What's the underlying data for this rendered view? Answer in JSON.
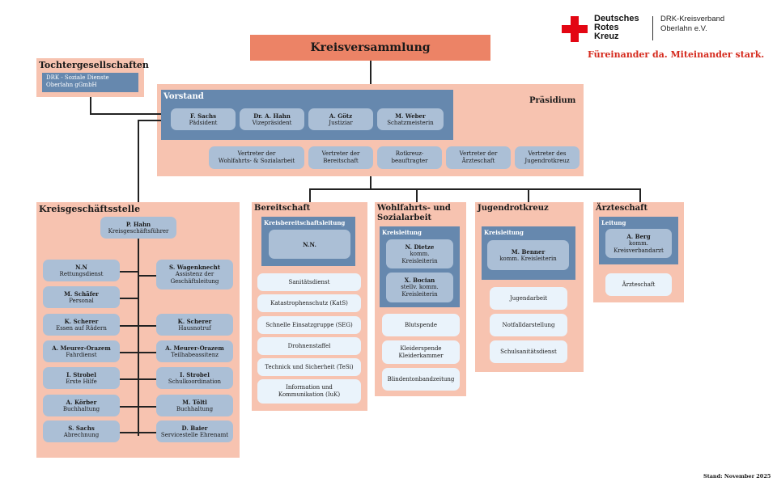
{
  "header": {
    "logo": {
      "icon": "red-cross-icon",
      "brand_lines": [
        "Deutsches",
        "Rotes",
        "Kreuz"
      ],
      "org_lines": [
        "DRK-Kreisverband",
        "Oberlahn e.V."
      ],
      "slogan": "Füreinander da. Miteinander stark.",
      "brand_color": "#e30613"
    }
  },
  "colors": {
    "top_box": "#ec8366",
    "section_bg": "#f7c3b0",
    "panel_bg": "#6688ae",
    "card_bg": "#abbfd6",
    "light_card_bg": "#eaf3fb"
  },
  "kreisversammlung": {
    "title": "Kreisversammlung"
  },
  "tochtergesellschaften": {
    "title": "Tochtergesellschaften",
    "item": "DRK - Soziale Dienste Oberlahn gGmbH",
    "item_lines": [
      "DRK - Soziale Dienste",
      "Oberlahn gGmbH"
    ]
  },
  "praesidium": {
    "title": "Präsidium",
    "vorstand": {
      "title": "Vorstand",
      "members": [
        {
          "name": "F. Sachs",
          "role": "Pädsident"
        },
        {
          "name": "Dr. A. Hahn",
          "role": "Vizepräsident"
        },
        {
          "name": "A. Götz",
          "role": "Justiziar"
        },
        {
          "name": "M. Weber",
          "role": "Schatzmeisterin"
        }
      ]
    },
    "vertreter": [
      {
        "line1": "Vertreter der",
        "line2": "Wohlfahrts- & Sozialarbeit"
      },
      {
        "line1": "Vertreter der",
        "line2": "Bereitschaft"
      },
      {
        "line1": "Rotkreuz-",
        "line2": "beauftragter"
      },
      {
        "line1": "Vertreter der",
        "line2": "Ärzteschaft"
      },
      {
        "line1": "Vertreter des",
        "line2": "Jugendrotkreuz"
      }
    ]
  },
  "kreisgeschaeftsstelle": {
    "title": "Kreisgeschäftsstelle",
    "head": {
      "name": "P. Hahn",
      "role": "Kreisgeschäftsführer"
    },
    "left": [
      {
        "name": "N.N",
        "role": "Rettungsdienst"
      },
      {
        "name": "M. Schäfer",
        "role": "Personal"
      },
      {
        "name": "K. Scherer",
        "role": "Essen auf Rädern"
      },
      {
        "name": "A. Meurer-Orazem",
        "role": "Fahrdienst"
      },
      {
        "name": "I. Strobel",
        "role": "Erste Hilfe"
      },
      {
        "name": "A. Körber",
        "role": "Buchhaltung"
      },
      {
        "name": "S. Sachs",
        "role": "Abrechnung"
      }
    ],
    "right": [
      {
        "name": "S. Wagenknecht",
        "role": "Assistenz der",
        "role2": "Geschäftsleitung"
      },
      {
        "name": "K. Scherer",
        "role": "Hausnotruf"
      },
      {
        "name": "A. Meurer-Orazem",
        "role": "Teilhabeassitenz"
      },
      {
        "name": "I. Strobel",
        "role": "Schulkoordination"
      },
      {
        "name": "M. Töltl",
        "role": "Buchhaltung"
      },
      {
        "name": "D. Baier",
        "role": "Servicestelle Ehrenamt"
      }
    ]
  },
  "bereitschaft": {
    "title": "Bereitschaft",
    "leitung_title": "Kreisbereitschaftsleitung",
    "leitung": [
      {
        "name": "N.N."
      }
    ],
    "services": [
      "Sanitätsdienst",
      "Katastrophenschutz (KatS)",
      "Schnelle Einsatzgruppe (SEG)",
      "Drohnenstaffel",
      "Technick und Sicherheit (TeSi)"
    ],
    "service_last": {
      "line1": "Information und",
      "line2": "Kommunikation (IuK)"
    }
  },
  "wohlfahrt": {
    "title_line1": "Wohlfahrts- und",
    "title_line2": "Sozialarbeit",
    "leitung_title": "Kreisleitung",
    "leitung": [
      {
        "name": "N. Dietze",
        "line2": "komm.",
        "line3": "Kreisleiterin"
      },
      {
        "name": "X. Bocian",
        "line2": "stellv. komm.",
        "line3": "Kreisleiterin"
      }
    ],
    "services": [
      {
        "line1": "Blutspende",
        "line2": ""
      },
      {
        "line1": "Kleiderspende",
        "line2": "Kleiderkammer"
      },
      {
        "line1": "Blindentonbandzeitung",
        "line2": ""
      }
    ]
  },
  "jugendrotkreuz": {
    "title": "Jugendrotkreuz",
    "leitung_title": "Kreisleitung",
    "leitung": [
      {
        "name": "M. Benner",
        "role": "komm. Kreisleiterin"
      }
    ],
    "services": [
      "Jugendarbeit",
      "Notfalldarstellung",
      "Schulsanitätsdienst"
    ]
  },
  "aerzteschaft": {
    "title": "Ärzteschaft",
    "leitung_title": "Leitung",
    "leitung": [
      {
        "name": "A. Berg",
        "line2": "komm.",
        "line3": "Kreisverbandarzt"
      }
    ],
    "services": [
      "Ärzteschaft"
    ]
  },
  "footer": {
    "stand": "Stand: November 2025"
  }
}
